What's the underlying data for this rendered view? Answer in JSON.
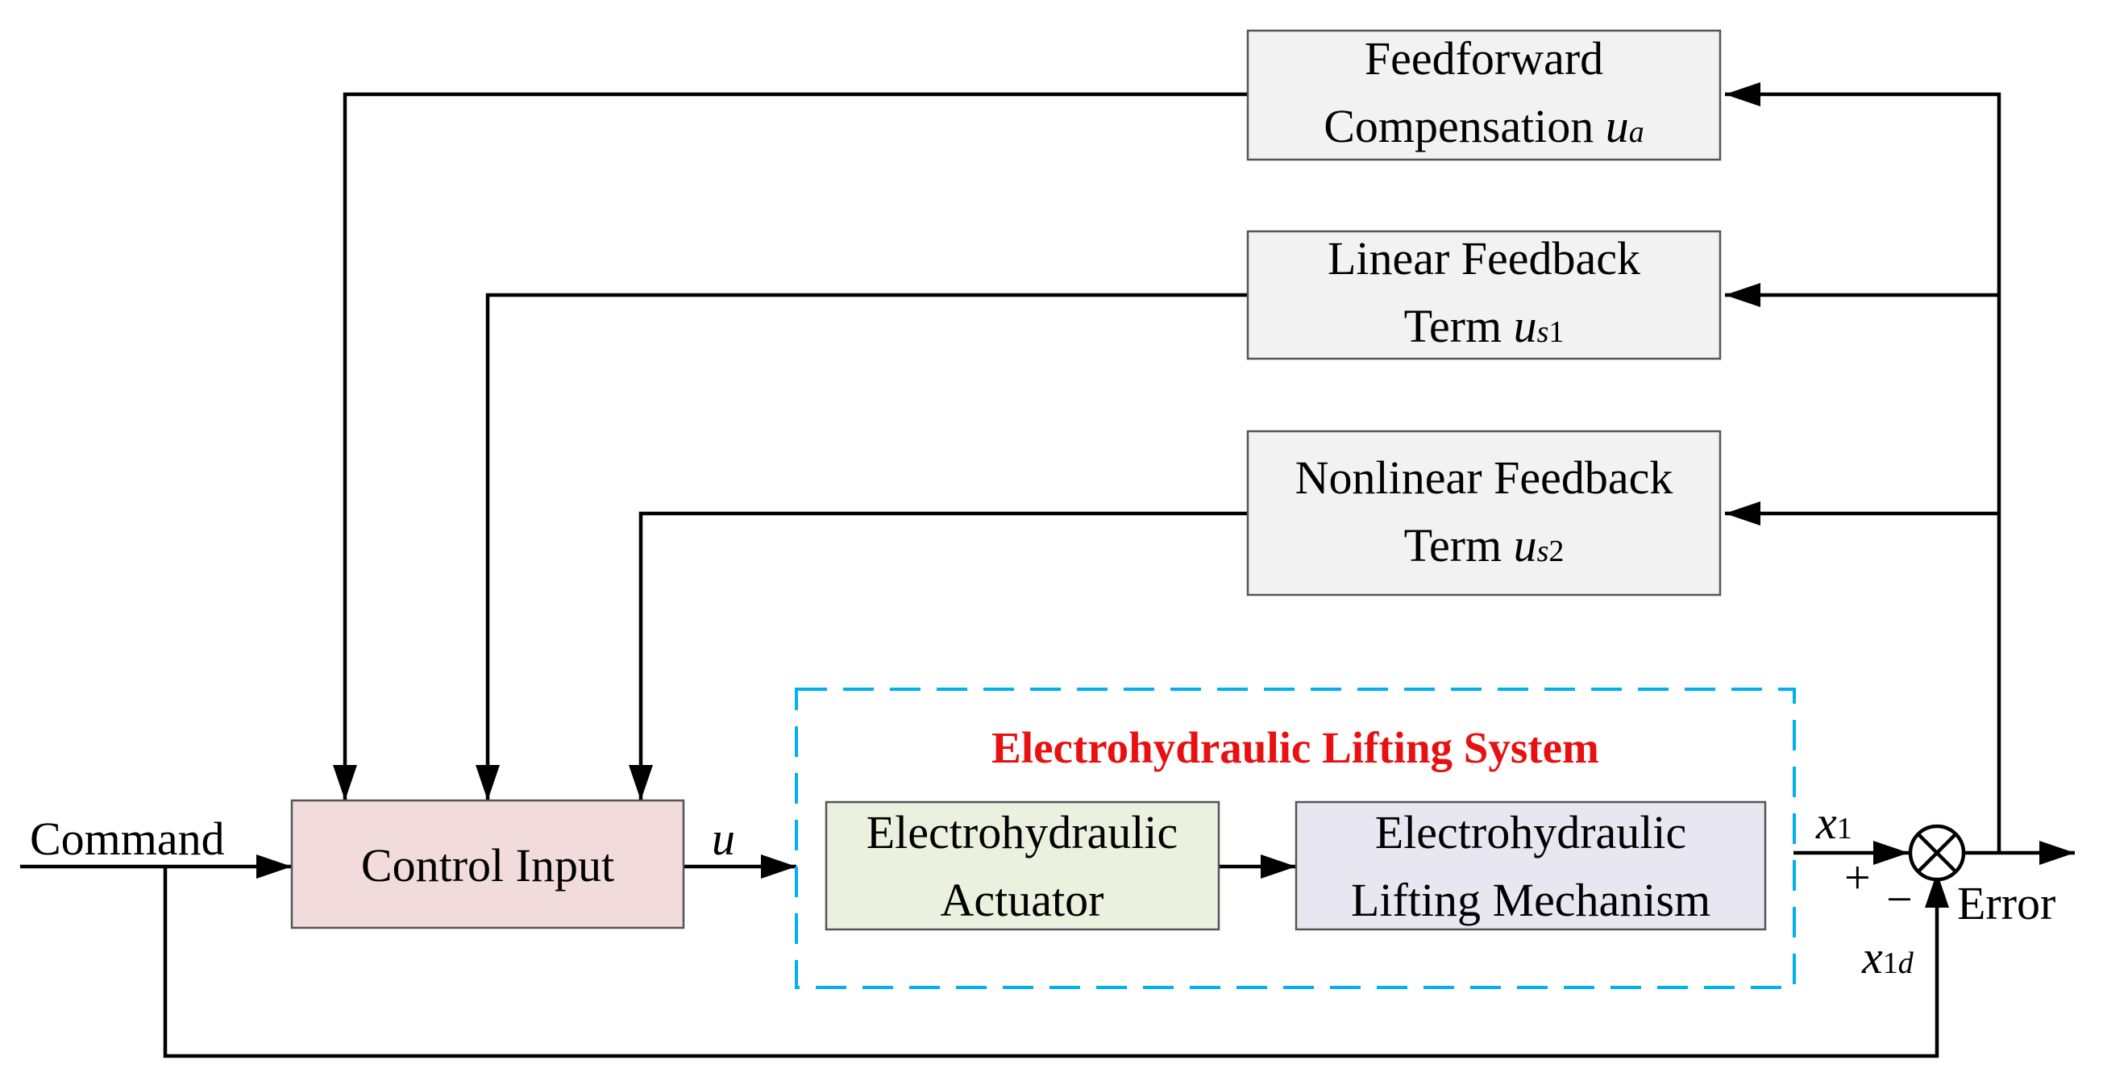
{
  "blocks": {
    "feedforward": {
      "line1": "Feedforward",
      "line2": "Compensation",
      "sym": "u",
      "sub": "a"
    },
    "linear": {
      "line1": "Linear Feedback",
      "line2": "Term",
      "sym": "u",
      "sub": "s1"
    },
    "nonlinear": {
      "line1": "Nonlinear Feedback",
      "line2": "Term",
      "sym": "u",
      "sub": "s2"
    },
    "control": {
      "label": "Control Input"
    },
    "actuator": {
      "line1": "Electrohydraulic",
      "line2": "Actuator"
    },
    "mechanism": {
      "line1": "Electrohydraulic",
      "line2": "Lifting Mechanism"
    }
  },
  "system": {
    "title": "Electrohydraulic Lifting System"
  },
  "signals": {
    "command": "Command",
    "u": "u",
    "x1": {
      "sym": "x",
      "sub": "1"
    },
    "x1d": {
      "sym": "x",
      "sub": "1d"
    },
    "plus": "+",
    "minus": "−",
    "error": "Error"
  },
  "colors": {
    "feedback_fill": "#f2f2f2",
    "control_fill": "#f2dcdb",
    "actuator_fill": "#ebf1de",
    "mechanism_fill": "#e8e6f0",
    "system_border": "#00b0f0",
    "title": "#e81010"
  }
}
